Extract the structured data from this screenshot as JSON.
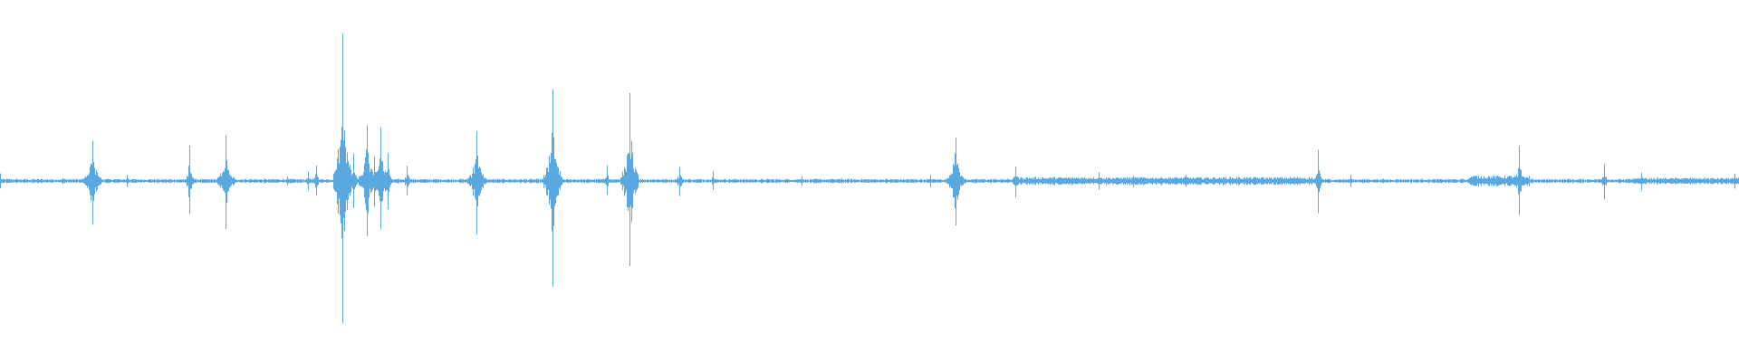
{
  "waveform": {
    "color": "#5aa8e0",
    "background": "#ffffff",
    "samples_shown": 1920,
    "noise_floor": 0.012,
    "peaks": [
      {
        "t": 0.0,
        "amp": 0.05
      },
      {
        "t": 0.036,
        "amp": 0.02
      },
      {
        "t": 0.053,
        "amp": 0.28
      },
      {
        "t": 0.073,
        "amp": 0.04
      },
      {
        "t": 0.109,
        "amp": 0.22
      },
      {
        "t": 0.13,
        "amp": 0.3
      },
      {
        "t": 0.165,
        "amp": 0.03
      },
      {
        "t": 0.177,
        "amp": 0.06
      },
      {
        "t": 0.182,
        "amp": 0.1
      },
      {
        "t": 0.197,
        "amp": 0.95
      },
      {
        "t": 0.203,
        "amp": 0.18
      },
      {
        "t": 0.211,
        "amp": 0.35
      },
      {
        "t": 0.215,
        "amp": 0.16
      },
      {
        "t": 0.219,
        "amp": 0.33
      },
      {
        "t": 0.223,
        "amp": 0.2
      },
      {
        "t": 0.234,
        "amp": 0.1
      },
      {
        "t": 0.274,
        "amp": 0.33
      },
      {
        "t": 0.318,
        "amp": 0.66
      },
      {
        "t": 0.349,
        "amp": 0.1
      },
      {
        "t": 0.362,
        "amp": 0.55
      },
      {
        "t": 0.391,
        "amp": 0.1
      },
      {
        "t": 0.41,
        "amp": 0.06
      },
      {
        "t": 0.461,
        "amp": 0.03
      },
      {
        "t": 0.484,
        "amp": 0.02
      },
      {
        "t": 0.535,
        "amp": 0.04
      },
      {
        "t": 0.55,
        "amp": 0.3
      },
      {
        "t": 0.584,
        "amp": 0.1
      },
      {
        "t": 0.632,
        "amp": 0.06
      },
      {
        "t": 0.652,
        "amp": 0.04
      },
      {
        "t": 0.682,
        "amp": 0.04
      },
      {
        "t": 0.758,
        "amp": 0.2
      },
      {
        "t": 0.777,
        "amp": 0.04
      },
      {
        "t": 0.874,
        "amp": 0.24
      },
      {
        "t": 0.923,
        "amp": 0.12
      },
      {
        "t": 0.944,
        "amp": 0.06
      },
      {
        "t": 0.998,
        "amp": 0.05
      }
    ],
    "busy_regions": [
      {
        "from": 0.585,
        "to": 0.755,
        "amp": 0.022
      },
      {
        "from": 0.845,
        "to": 0.88,
        "amp": 0.03
      },
      {
        "from": 0.94,
        "to": 1.0,
        "amp": 0.018
      }
    ]
  }
}
